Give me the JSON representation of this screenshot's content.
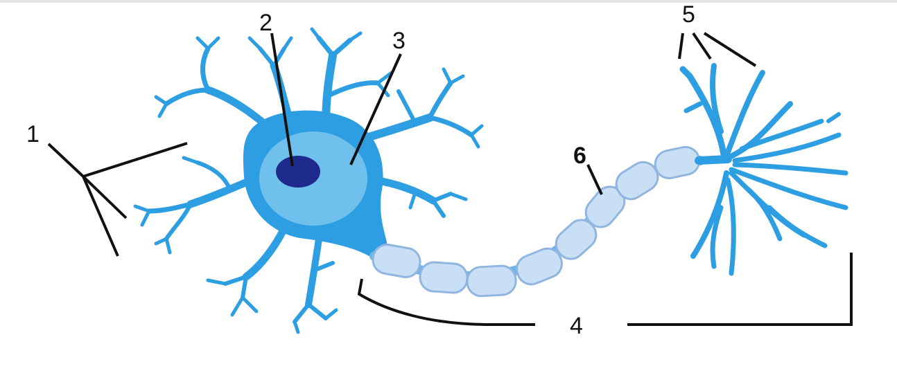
{
  "labels": {
    "l1": "1",
    "l2": "2",
    "l3": "3",
    "l4": "4",
    "l5": "5",
    "l6": "6"
  },
  "colors": {
    "neuron": "#2d9ee2",
    "neuron_edge": "#2a86c4",
    "nucleus": "#1e2a8c",
    "cell_body_light": "#7cc6ef",
    "myelin": "#c9dff5",
    "myelin_edge": "#8fb5e0",
    "leader": "#111111",
    "top_strip": "#e4e4e4"
  },
  "icons": {
    "neuron": "neuron-illustration"
  }
}
